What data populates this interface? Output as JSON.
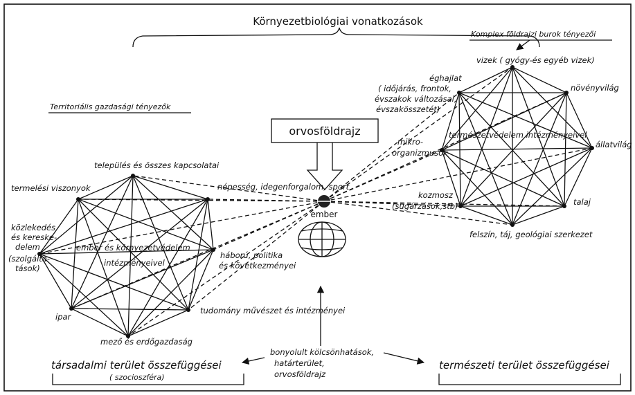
{
  "header": {
    "title": "Környezetbiológiai vonatkozások",
    "right_label": "Komplex földrajzi burok tényezői",
    "left_label": "Territoriális gazdasági tényezők"
  },
  "center": {
    "box_label": "orvosföldrajz",
    "human_label": "ember"
  },
  "left_nodes": [
    "település és összes kapcsolatai",
    "népesség, idegenforgalom, sport",
    "háború, politika",
    "és következményei",
    "tudomány művészet és intézményei",
    "mező és erdőgazdaság",
    "ipar",
    "közlekedés",
    "és kereske-",
    "delem",
    "(szolgálta-",
    "tások)",
    "termelési viszonyok"
  ],
  "left_center": [
    "ember és környezetvédelem",
    "intézményeivel"
  ],
  "right_nodes": [
    "vizek ( gyógy-és egyéb vizek)",
    "növényvilág",
    "állatvilág",
    "talaj",
    "felszín, táj, geológiai szerkezet",
    "kozmosz",
    "(sugárzások,stb)",
    "mikro-",
    "organizmusok",
    "éghajlat",
    "( időjárás, frontok,",
    "évszakok változásai,",
    "évszakösszetét)"
  ],
  "right_center": "természetvédelem intézményeivel",
  "bottom": {
    "left_title": "társadalmi terület összefüggései",
    "left_sub": "( szocioszféra)",
    "center": [
      "bonyolult kölcsönhatások,",
      "határterület,",
      "orvosföldrajz"
    ],
    "right_title": "természeti terület összefüggései"
  }
}
